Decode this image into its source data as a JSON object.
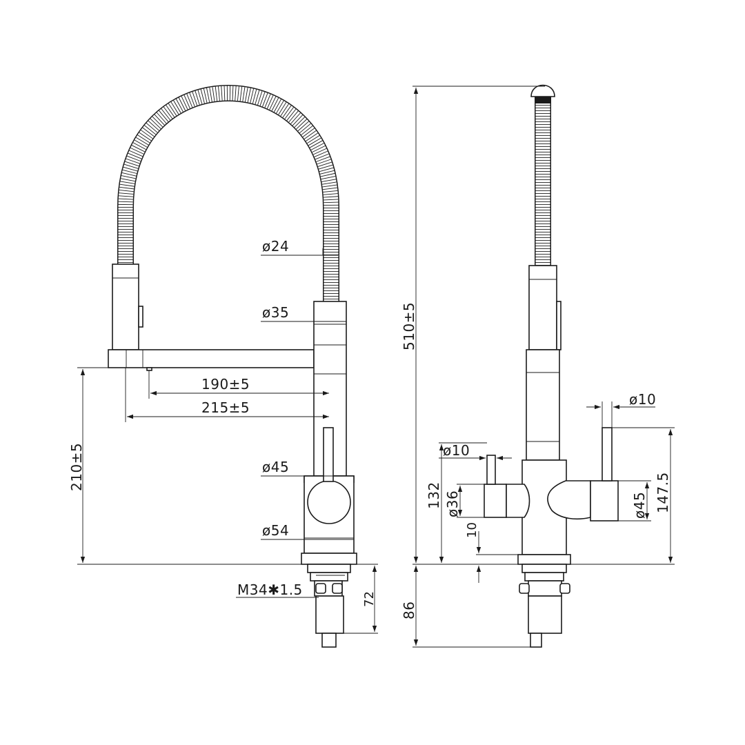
{
  "diagram": {
    "stroke_color": "#1a1a1a",
    "background": "#ffffff",
    "front_view": {
      "hose_diameter": "ø24",
      "spout_body_diameter": "ø35",
      "reach_inner": "190±5",
      "reach_outer": "215±5",
      "spout_height": "210±5",
      "lever_body_diameter": "ø45",
      "base_diameter": "ø54",
      "thread": "M34✱1.5",
      "shank_length": "72"
    },
    "side_view": {
      "total_height": "510±5",
      "handle_diameter_right": "ø10",
      "handle_diameter_left": "ø10",
      "valve_height": "132",
      "valve_diameter_left": "ø36",
      "valve_diameter_right": "ø45",
      "valve_height_right": "147.5",
      "valve_offset": "10",
      "shank_length": "86"
    }
  }
}
